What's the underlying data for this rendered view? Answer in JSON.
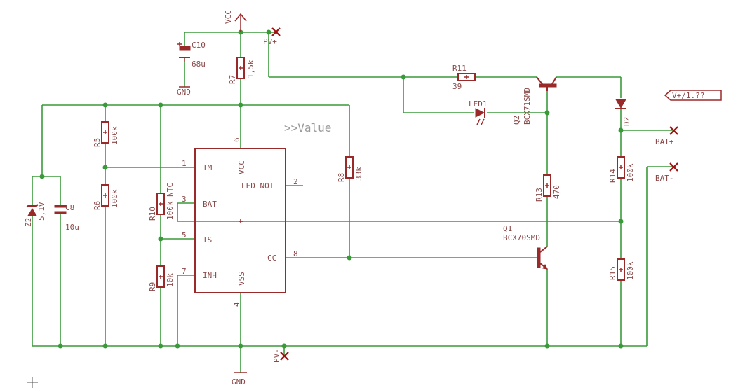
{
  "labels": {
    "vcc_top": "VCC",
    "pv_plus": "PV+",
    "pv_minus": "PV-",
    "gnd_c10": "GND",
    "gnd_bottom": "GND",
    "value": ">>Value",
    "c10_name": "C10",
    "c10_val": "68u",
    "r7_name": "R7",
    "r7_val": "1,5k",
    "r5_name": "R5",
    "r5_val": "100k",
    "r6_name": "R6",
    "r6_val": "100k",
    "r10_name": "R10",
    "r10_val": "100k NTC",
    "r9_name": "R9",
    "r9_val": "10k",
    "r8_name": "R8",
    "r8_val": "33k",
    "c8_name": "C8",
    "c8_val": "10u",
    "z2_name": "Z2",
    "z2_val": "5,1V",
    "r11_name": "R11",
    "r11_val": "39",
    "led1_name": "LED1",
    "q2_name": "Q2",
    "q2_val": "BCX71SMD",
    "q1_name": "Q1",
    "q1_val": "BCX70SMD",
    "r13_name": "R13",
    "r13_val": "470",
    "d2_name": "D2",
    "r14_name": "R14",
    "r14_val": "100k",
    "r15_name": "R15",
    "r15_val": "100k",
    "bat_plus": "BAT+",
    "bat_minus": "BAT-",
    "vplus_flag": "V+/1.??",
    "ic_pins": {
      "tm": "TM",
      "bat": "BAT",
      "ts": "TS",
      "inh": "INH",
      "vcc": "VCC",
      "vss": "VSS",
      "led_not": "LED_NOT",
      "cc": "CC"
    },
    "pin_numbers": {
      "p1": "1",
      "p3": "3",
      "p5": "5",
      "p7": "7",
      "p6": "6",
      "p4": "4",
      "p2": "2",
      "p8": "8"
    }
  },
  "colors": {
    "wire": "#3a9a3a",
    "part": "#9a2a2a",
    "text": "#8a4a4a",
    "marker": "#a01010",
    "placeholder": "#9a9a9a"
  }
}
